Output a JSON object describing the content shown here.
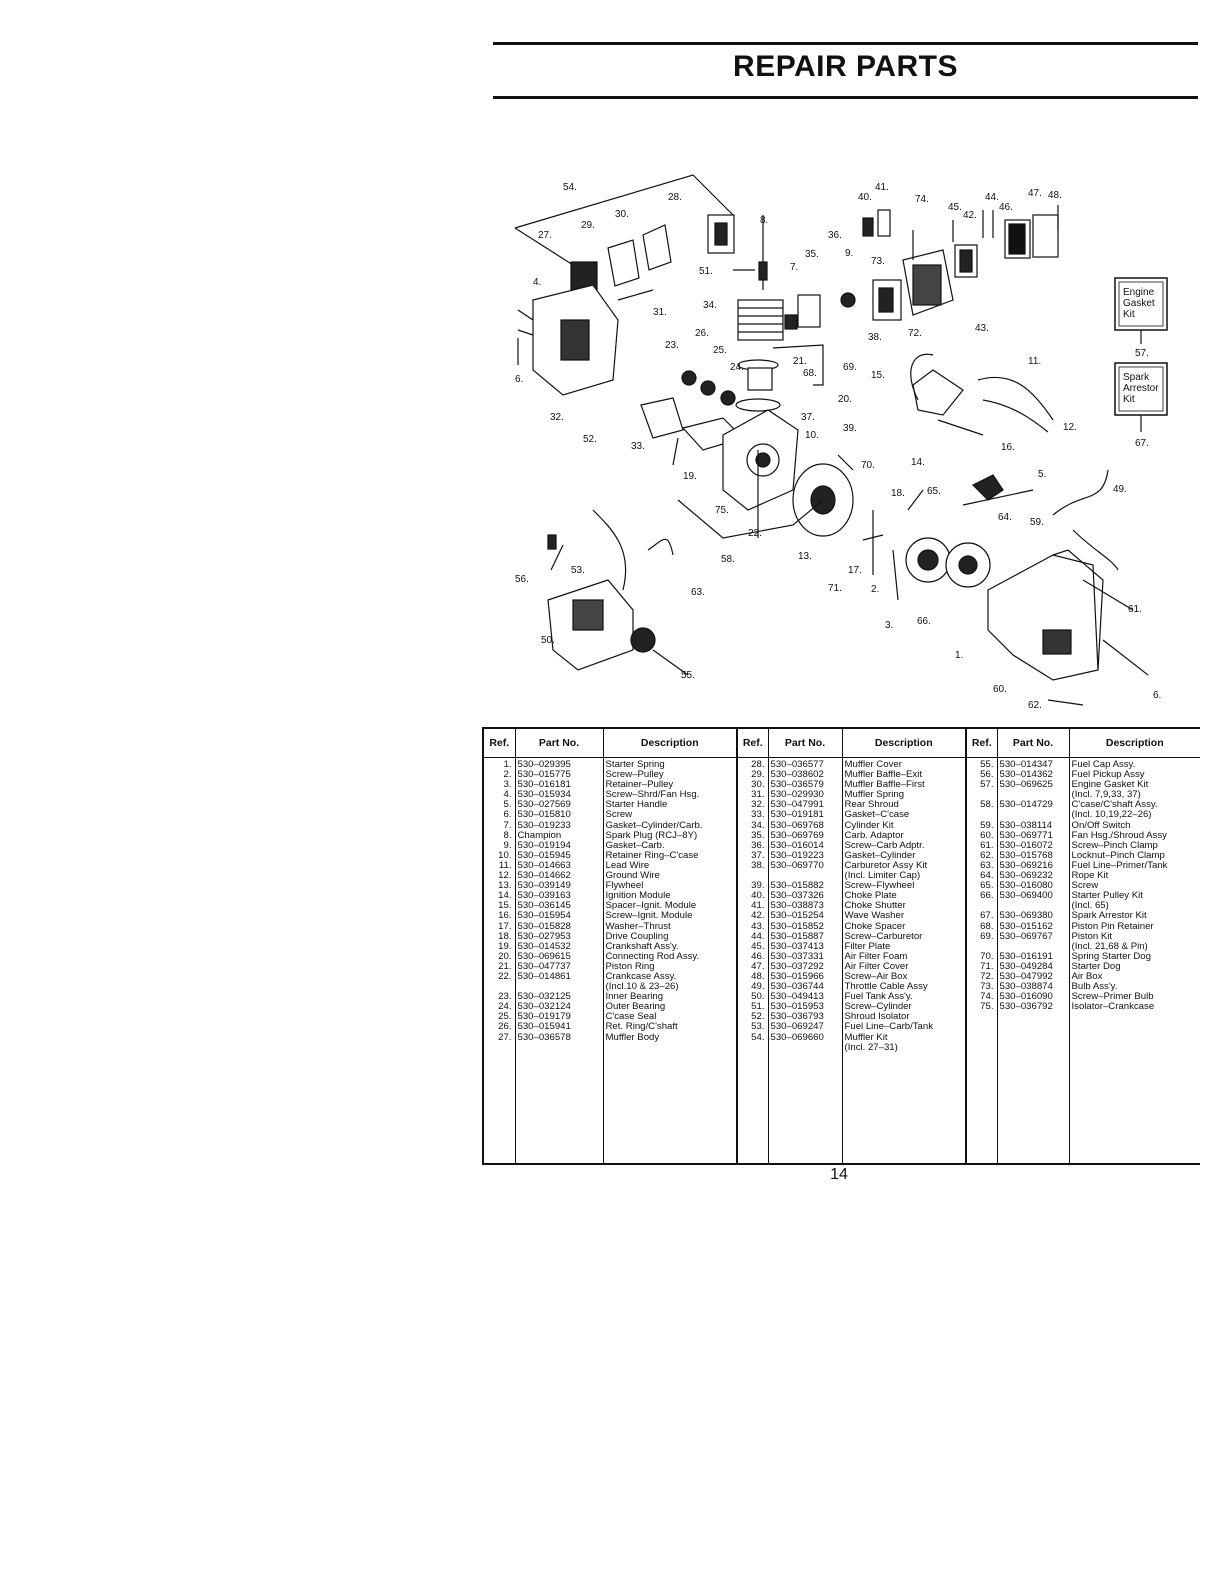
{
  "page": {
    "title": "REPAIR PARTS",
    "page_number": "14"
  },
  "diagram": {
    "callouts": [
      "54.",
      "28.",
      "27.",
      "29.",
      "30.",
      "8.",
      "40.",
      "41.",
      "74.",
      "45.",
      "42.",
      "44.",
      "46.",
      "47.",
      "48.",
      "36.",
      "35.",
      "9.",
      "73.",
      "7.",
      "51.",
      "4.",
      "31.",
      "34.",
      "38.",
      "72.",
      "43.",
      "26.",
      "25.",
      "23.",
      "24.",
      "21.",
      "68.",
      "69.",
      "15.",
      "11.",
      "6.",
      "32.",
      "52.",
      "33.",
      "20.",
      "37.",
      "10.",
      "39.",
      "12.",
      "16.",
      "14.",
      "19.",
      "70.",
      "5.",
      "18.",
      "65.",
      "49.",
      "75.",
      "22.",
      "64.",
      "59.",
      "58.",
      "13.",
      "56.",
      "53.",
      "63.",
      "17.",
      "71.",
      "2.",
      "61.",
      "3.",
      "66.",
      "50.",
      "55.",
      "1.",
      "60.",
      "62.",
      "6."
    ],
    "kit_boxes": [
      {
        "label_lines": [
          "Engine",
          "Gasket",
          "Kit"
        ],
        "ref": "57."
      },
      {
        "label_lines": [
          "Spark",
          "Arrestor",
          "Kit"
        ],
        "ref": "67."
      }
    ]
  },
  "table": {
    "headers": {
      "ref": "Ref.",
      "part_no": "Part No.",
      "description": "Description"
    },
    "columns": [
      [
        {
          "ref": "1.",
          "part": "530–029395",
          "desc": "Starter Spring"
        },
        {
          "ref": "2.",
          "part": "530–015775",
          "desc": "Screw–Pulley"
        },
        {
          "ref": "3.",
          "part": "530–016181",
          "desc": "Retainer–Pulley"
        },
        {
          "ref": "4.",
          "part": "530–015934",
          "desc": "Screw–Shrd/Fan Hsg."
        },
        {
          "ref": "5.",
          "part": "530–027569",
          "desc": "Starter Handle"
        },
        {
          "ref": "6.",
          "part": "530–015810",
          "desc": "Screw"
        },
        {
          "ref": "7.",
          "part": "530–019233",
          "desc": "Gasket–Cylinder/Carb."
        },
        {
          "ref": "8.",
          "part": "Champion",
          "desc": "Spark Plug (RCJ–8Y)"
        },
        {
          "ref": "9.",
          "part": "530–019194",
          "desc": "Gasket–Carb."
        },
        {
          "ref": "10.",
          "part": "530–015945",
          "desc": "Retainer Ring–C'case"
        },
        {
          "ref": "11.",
          "part": "530–014663",
          "desc": "Lead Wire"
        },
        {
          "ref": "12.",
          "part": "530–014662",
          "desc": "Ground Wire"
        },
        {
          "ref": "13.",
          "part": "530–039149",
          "desc": "Flywheel"
        },
        {
          "ref": "14.",
          "part": "530–039163",
          "desc": "Ignition Module"
        },
        {
          "ref": "15.",
          "part": "530–036145",
          "desc": "Spacer–Ignit. Module"
        },
        {
          "ref": "16.",
          "part": "530–015954",
          "desc": "Screw–Ignit. Module"
        },
        {
          "ref": "17.",
          "part": "530–015828",
          "desc": "Washer–Thrust"
        },
        {
          "ref": "18.",
          "part": "530–027953",
          "desc": "Drive Coupling"
        },
        {
          "ref": "19.",
          "part": "530–014532",
          "desc": "Crankshaft Ass'y."
        },
        {
          "ref": "20.",
          "part": "530–069615",
          "desc": "Connecting Rod Assy."
        },
        {
          "ref": "21.",
          "part": "530–047737",
          "desc": "Piston Ring"
        },
        {
          "ref": "22.",
          "part": "530–014861",
          "desc": "Crankcase Assy."
        },
        {
          "ref": "",
          "part": "",
          "desc": "(Incl.10 & 23–26)"
        },
        {
          "ref": "23.",
          "part": "530–032125",
          "desc": "Inner Bearing"
        },
        {
          "ref": "24.",
          "part": "530–032124",
          "desc": "Outer Bearing"
        },
        {
          "ref": "25.",
          "part": "530–019179",
          "desc": "C'case Seal"
        },
        {
          "ref": "26.",
          "part": "530–015941",
          "desc": "Ret. Ring/C'shaft"
        },
        {
          "ref": "27.",
          "part": "530–036578",
          "desc": "Muffler Body"
        }
      ],
      [
        {
          "ref": "28.",
          "part": "530–036577",
          "desc": "Muffler Cover"
        },
        {
          "ref": "29.",
          "part": "530–038602",
          "desc": "Muffler Baffle–Exit"
        },
        {
          "ref": "30.",
          "part": "530–036579",
          "desc": "Muffler Baffle–First"
        },
        {
          "ref": "31.",
          "part": "530–029930",
          "desc": "Muffler Spring"
        },
        {
          "ref": "32.",
          "part": "530–047991",
          "desc": "Rear Shroud"
        },
        {
          "ref": "33.",
          "part": "530–019181",
          "desc": "Gasket–C'case"
        },
        {
          "ref": "34.",
          "part": "530–069768",
          "desc": "Cylinder Kit"
        },
        {
          "ref": "35.",
          "part": "530–069769",
          "desc": "Carb. Adaptor"
        },
        {
          "ref": "36.",
          "part": "530–016014",
          "desc": "Screw–Carb Adptr."
        },
        {
          "ref": "37.",
          "part": "530–019223",
          "desc": "Gasket–Cylinder"
        },
        {
          "ref": "38.",
          "part": "530–069770",
          "desc": "Carburetor Assy Kit"
        },
        {
          "ref": "",
          "part": "",
          "desc": "(Incl. Limiter Cap)"
        },
        {
          "ref": "39.",
          "part": "530–015882",
          "desc": "Screw–Flywheel"
        },
        {
          "ref": "40.",
          "part": "530–037326",
          "desc": "Choke Plate"
        },
        {
          "ref": "41.",
          "part": "530–038873",
          "desc": "Choke Shutter"
        },
        {
          "ref": "42.",
          "part": "530–015254",
          "desc": "Wave Washer"
        },
        {
          "ref": "43.",
          "part": "530–015852",
          "desc": "Choke Spacer"
        },
        {
          "ref": "44.",
          "part": "530–015887",
          "desc": "Screw–Carburetor"
        },
        {
          "ref": "45.",
          "part": "530–037413",
          "desc": "Filter Plate"
        },
        {
          "ref": "46.",
          "part": "530–037331",
          "desc": "Air Filter Foam"
        },
        {
          "ref": "47.",
          "part": "530–037292",
          "desc": "Air Filter Cover"
        },
        {
          "ref": "48.",
          "part": "530–015966",
          "desc": "Screw–Air Box"
        },
        {
          "ref": "49.",
          "part": "530–036744",
          "desc": "Throttle Cable Assy"
        },
        {
          "ref": "50.",
          "part": "530–049413",
          "desc": "Fuel Tank Ass'y."
        },
        {
          "ref": "51.",
          "part": "530–015953",
          "desc": "Screw–Cylinder"
        },
        {
          "ref": "52.",
          "part": "530–036793",
          "desc": "Shroud Isolator"
        },
        {
          "ref": "53.",
          "part": "530–069247",
          "desc": "Fuel Line–Carb/Tank"
        },
        {
          "ref": "54.",
          "part": "530–069660",
          "desc": "Muffler Kit"
        },
        {
          "ref": "",
          "part": "",
          "desc": "(Incl. 27–31)"
        }
      ],
      [
        {
          "ref": "55.",
          "part": "530–014347",
          "desc": "Fuel Cap Assy."
        },
        {
          "ref": "56.",
          "part": "530–014362",
          "desc": "Fuel Pickup Assy"
        },
        {
          "ref": "57.",
          "part": "530–069625",
          "desc": "Engine Gasket Kit"
        },
        {
          "ref": "",
          "part": "",
          "desc": "(Incl. 7,9,33, 37)"
        },
        {
          "ref": "58.",
          "part": "530–014729",
          "desc": "C'case/C'shaft Assy."
        },
        {
          "ref": "",
          "part": "",
          "desc": "(Incl. 10,19,22–26)"
        },
        {
          "ref": "59.",
          "part": "530–038114",
          "desc": "On/Off Switch"
        },
        {
          "ref": "60.",
          "part": "530–069771",
          "desc": "Fan Hsg./Shroud Assy"
        },
        {
          "ref": "61.",
          "part": "530–016072",
          "desc": "Screw–Pinch Clamp"
        },
        {
          "ref": "62.",
          "part": "530–015768",
          "desc": "Locknut–Pinch Clamp"
        },
        {
          "ref": "63.",
          "part": "530–069216",
          "desc": "Fuel Line–Primer/Tank"
        },
        {
          "ref": "64.",
          "part": "530–069232",
          "desc": "Rope Kit"
        },
        {
          "ref": "65.",
          "part": "530–016080",
          "desc": "Screw"
        },
        {
          "ref": "66.",
          "part": "530–069400",
          "desc": "Starter Pulley Kit"
        },
        {
          "ref": "",
          "part": "",
          "desc": "(Incl. 65)"
        },
        {
          "ref": "67.",
          "part": "530–069380",
          "desc": "Spark Arrestor Kit"
        },
        {
          "ref": "68.",
          "part": "530–015162",
          "desc": "Piston Pin Retainer"
        },
        {
          "ref": "69.",
          "part": "530–069767",
          "desc": "Piston Kit"
        },
        {
          "ref": "",
          "part": "",
          "desc": "(Incl. 21,68 & Pin)"
        },
        {
          "ref": "70.",
          "part": "530–016191",
          "desc": "Spring Starter Dog"
        },
        {
          "ref": "71.",
          "part": "530–049284",
          "desc": "Starter Dog"
        },
        {
          "ref": "72.",
          "part": "530–047992",
          "desc": "Air Box"
        },
        {
          "ref": "73.",
          "part": "530–038874",
          "desc": "Bulb Ass'y."
        },
        {
          "ref": "74.",
          "part": "530–016090",
          "desc": "Screw–Primer Bulb"
        },
        {
          "ref": "75.",
          "part": "530–036792",
          "desc": "Isolator–Crankcase"
        }
      ]
    ]
  }
}
